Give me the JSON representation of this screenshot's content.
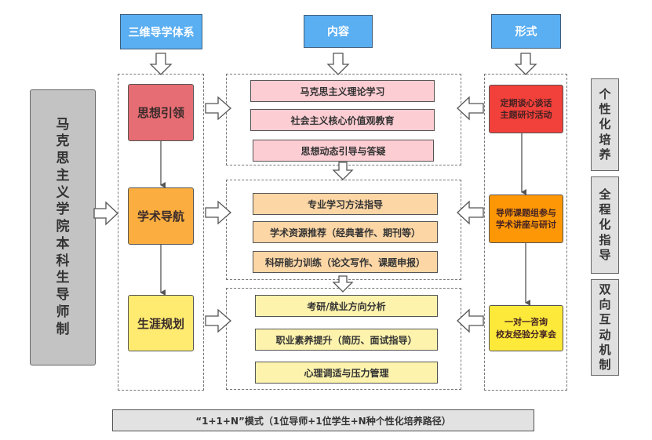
{
  "headers": {
    "system": "三维导学体系",
    "content": "内容",
    "form": "形式"
  },
  "left_label": [
    "马",
    "克",
    "思",
    "主",
    "义",
    "学",
    "院",
    "本",
    "科",
    "生",
    "导",
    "师",
    "制"
  ],
  "pillars": [
    {
      "label": "思想引领",
      "color": "#e66d73"
    },
    {
      "label": "学术导航",
      "color": "#fbae3f"
    },
    {
      "label": "生涯规划",
      "color": "#feeb70"
    }
  ],
  "content_groups": [
    {
      "items": [
        "马克思主义理论学习",
        "社会主义核心价值观教育",
        "思想动态引导与答疑"
      ],
      "color": "#fccdd3"
    },
    {
      "items": [
        "专业学习方法指导",
        "学术资源推荐（经典著作、期刊等）",
        "科研能力训练（论文写作、课题申报）"
      ],
      "color": "#fcd6a5"
    },
    {
      "items": [
        "考研/就业方向分析",
        "职业素养提升（简历、面试指导）",
        "心理调适与压力管理"
      ],
      "color": "#fdf3ad"
    }
  ],
  "forms": [
    {
      "lines": [
        "定期谈心谈话",
        "主题研讨活动"
      ],
      "color": "#f2403a"
    },
    {
      "lines": [
        "导师课题组参与",
        "学术讲座与研讨"
      ],
      "color": "#fd9706"
    },
    {
      "lines": [
        "一对一咨询",
        "校友经验分享会"
      ],
      "color": "#fde93a"
    }
  ],
  "side_labels": [
    [
      "个",
      "性",
      "化",
      "培",
      "养"
    ],
    [
      "全",
      "程",
      "化",
      "指",
      "导"
    ],
    [
      "双",
      "向",
      "互",
      "动",
      "机",
      "制"
    ]
  ],
  "footer": "“1+1+N”模式（1位导师+1位学生+N种个性化培养路径）"
}
